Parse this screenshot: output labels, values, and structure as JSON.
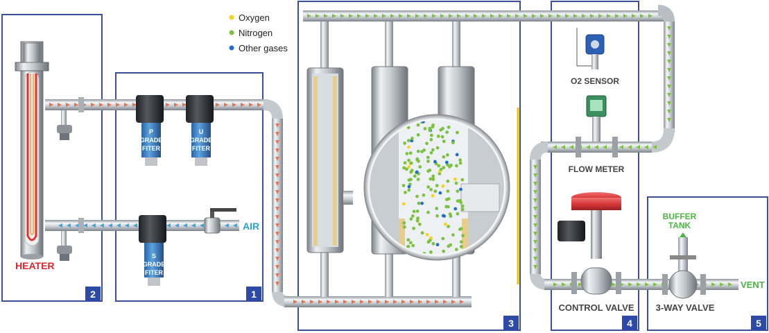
{
  "legend": {
    "items": [
      {
        "label": "Oxygen",
        "color": "#f4d21f"
      },
      {
        "label": "Nitrogen",
        "color": "#7cc242"
      },
      {
        "label": "Other gases",
        "color": "#1f6fd1"
      }
    ]
  },
  "heater": {
    "label": "HEATER"
  },
  "air": {
    "label": "AIR"
  },
  "filters": {
    "p": {
      "line1": "P",
      "line2": "GRADE",
      "line3": "FITER"
    },
    "u": {
      "line1": "U",
      "line2": "GRADE",
      "line3": "FITER"
    },
    "s": {
      "line1": "S",
      "line2": "GRADE",
      "line3": "FITER"
    }
  },
  "labels": {
    "o2_sensor": "O2 SENSOR",
    "flow_meter": "FLOW METER",
    "control_valve": "CONTROL VALVE",
    "three_way_valve": "3-WAY VALVE",
    "buffer_tank_1": "BUFFER",
    "buffer_tank_2": "TANK",
    "vent": "VENT"
  },
  "sections": [
    "1",
    "2",
    "3",
    "4",
    "5"
  ],
  "colors": {
    "frame": "#3a4f9a",
    "badge": "#2e4aa8",
    "heater_text": "#e0262b",
    "air_text": "#2aa3d8",
    "vent_text": "#4bb543",
    "filter_blue": "#3e86c8",
    "valve_red": "#d9393a"
  }
}
